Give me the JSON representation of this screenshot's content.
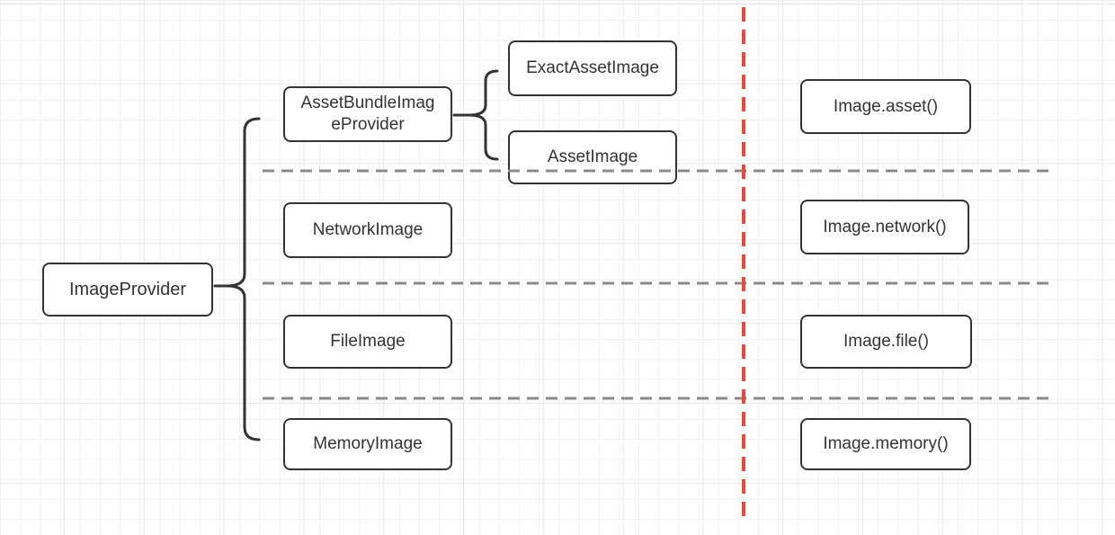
{
  "diagram": {
    "nodes": {
      "image_provider": {
        "label": "ImageProvider"
      },
      "asset_bundle": {
        "label": "AssetBundleImageProvider"
      },
      "exact_asset": {
        "label": "ExactAssetImage"
      },
      "asset_image": {
        "label": "AssetImage"
      },
      "network_image": {
        "label": "NetworkImage"
      },
      "file_image": {
        "label": "FileImage"
      },
      "memory_image": {
        "label": "MemoryImage"
      },
      "image_asset": {
        "label": "Image.asset()"
      },
      "image_network": {
        "label": "Image.network()"
      },
      "image_file": {
        "label": "Image.file()"
      },
      "image_memory": {
        "label": "Image.memory()"
      }
    },
    "colors": {
      "background": "#ffffff",
      "grid_minor": "#f1f1f1",
      "grid_major": "#e7e7e7",
      "box_border": "#333333",
      "box_fill": "#ffffff",
      "text": "#333333",
      "row_divider": "#8a8a8a",
      "column_divider_red": "#e9483c"
    }
  }
}
